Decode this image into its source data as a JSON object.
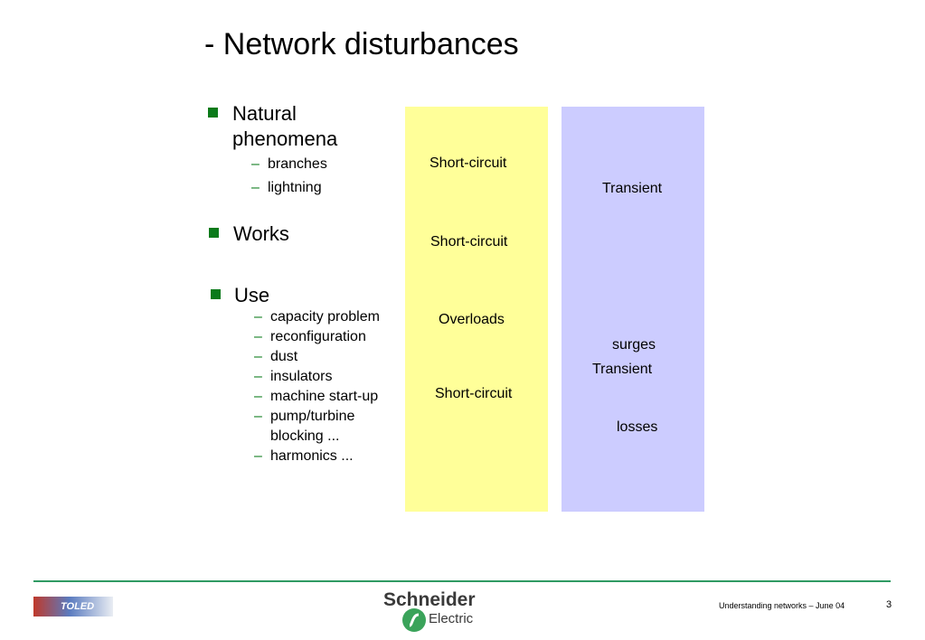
{
  "title": "- Network disturbances",
  "causes": {
    "natural": {
      "label_line1": "Natural",
      "label_line2": "phenomena",
      "items": [
        "branches",
        "lightning"
      ]
    },
    "works": {
      "label": "Works"
    },
    "use": {
      "label": "Use",
      "items": [
        "capacity problem",
        "reconfiguration",
        "dust",
        "insulators",
        "machine start-up",
        "pump/turbine",
        "blocking ...",
        "harmonics ..."
      ]
    }
  },
  "yellow_column": {
    "color": "#ffff99",
    "entries": [
      "Short-circuit",
      "Short-circuit",
      "Overloads",
      "Short-circuit"
    ]
  },
  "blue_column": {
    "color": "#ccccff",
    "entries": [
      "Transient",
      "surges",
      "Transient",
      "losses"
    ]
  },
  "footer": {
    "left_logo_text": "TOLED",
    "brand_line1": "Schneider",
    "brand_line2": "Electric",
    "caption": "Understanding networks – June 04",
    "page_number": "3"
  },
  "colors": {
    "bullet": "#0a7a1a",
    "rule": "#2f9a63",
    "brand_green": "#3aa35a"
  }
}
